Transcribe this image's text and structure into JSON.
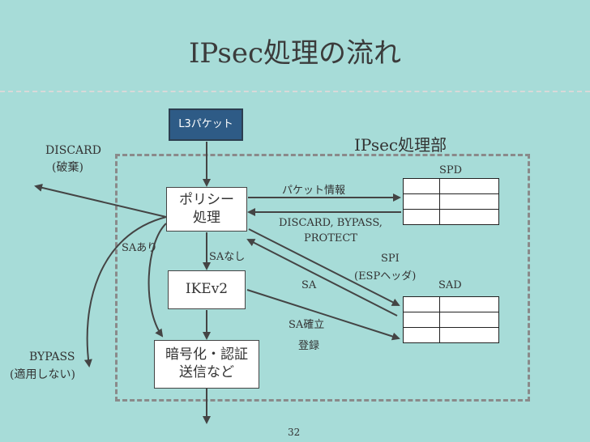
{
  "title": "IPsec処理の流れ",
  "l3_packet": "L3パケット",
  "ipsec_section": "IPsec処理部",
  "discard": {
    "line1": "DISCARD",
    "line2": "(破棄)"
  },
  "bypass": {
    "line1": "BYPASS",
    "line2": "(適用しない)"
  },
  "policy_box": {
    "line1": "ポリシー",
    "line2": "処理"
  },
  "ikev2_box": "IKEv2",
  "crypto_box": {
    "line1": "暗号化・認証",
    "line2": "送信など"
  },
  "spd_label": "SPD",
  "sad_label": "SAD",
  "packet_info": "パケット情報",
  "decision": {
    "line1": "DISCARD, BYPASS,",
    "line2": "PROTECT"
  },
  "sa_present": "SAあり",
  "sa_absent": "SAなし",
  "spi": {
    "line1": "SPI",
    "line2": "(ESPヘッダ)"
  },
  "sa": "SA",
  "sa_established": "SA確立",
  "register": "登録",
  "page_number": "32"
}
